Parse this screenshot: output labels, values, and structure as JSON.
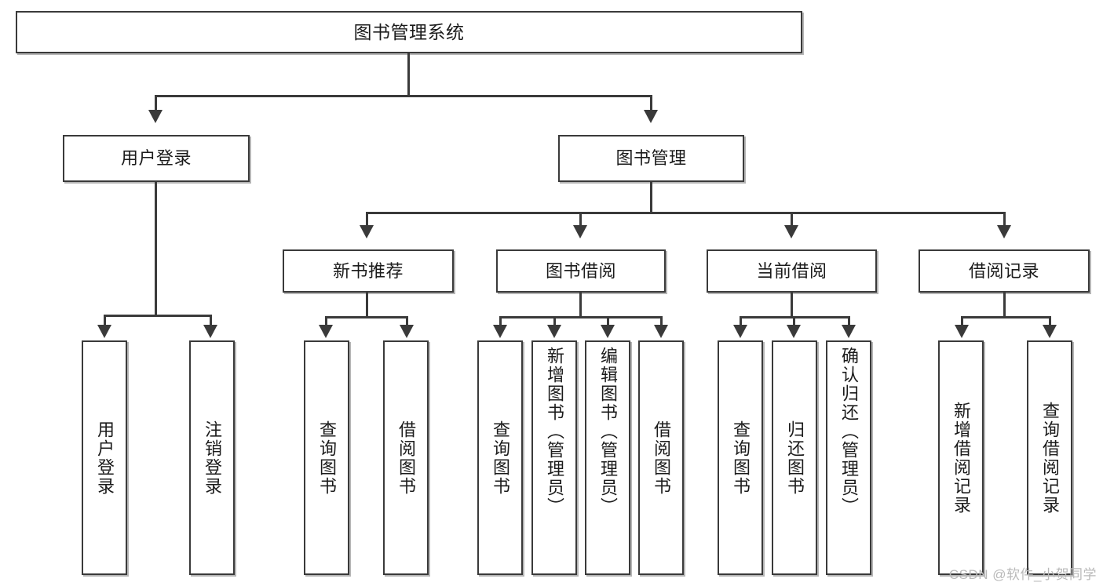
{
  "diagram": {
    "title": "图书管理系统",
    "watermark": "CSDN @软件_小贺同学",
    "colors": {
      "background": "#ffffff",
      "box_border": "#3a3a3a",
      "box_fill": "#ffffff",
      "connector": "#3a3a3a",
      "text": "#1b1b1b",
      "watermark": "#b9b9b9"
    },
    "nodes": {
      "root": "图书管理系统",
      "level2": [
        {
          "id": "user-login",
          "label": "用户登录"
        },
        {
          "id": "book-management",
          "label": "图书管理"
        }
      ],
      "level3": [
        {
          "id": "new-book-recommend",
          "label": "新书推荐"
        },
        {
          "id": "book-borrow",
          "label": "图书借阅"
        },
        {
          "id": "current-borrow",
          "label": "当前借阅"
        },
        {
          "id": "borrow-record",
          "label": "借阅记录"
        }
      ],
      "leaves": {
        "user_login": [
          {
            "id": "user-login-leaf",
            "label": "用户登录"
          },
          {
            "id": "logout-leaf",
            "label": "注销登录"
          }
        ],
        "new_book_recommend": [
          {
            "id": "query-book-1",
            "label": "查询图书"
          },
          {
            "id": "borrow-book-1",
            "label": "借阅图书"
          }
        ],
        "book_borrow": [
          {
            "id": "query-book-2",
            "label": "查询图书"
          },
          {
            "id": "add-book",
            "label": "新增图书（管理员）"
          },
          {
            "id": "edit-book",
            "label": "编辑图书（管理员）"
          },
          {
            "id": "borrow-book-2",
            "label": "借阅图书"
          }
        ],
        "current_borrow": [
          {
            "id": "query-book-3",
            "label": "查询图书"
          },
          {
            "id": "return-book",
            "label": "归还图书"
          },
          {
            "id": "confirm-return",
            "label": "确认归还（管理员）"
          }
        ],
        "borrow_record": [
          {
            "id": "add-borrow-record",
            "label": "新增借阅记录"
          },
          {
            "id": "query-borrow-record",
            "label": "查询借阅记录"
          }
        ]
      }
    }
  }
}
